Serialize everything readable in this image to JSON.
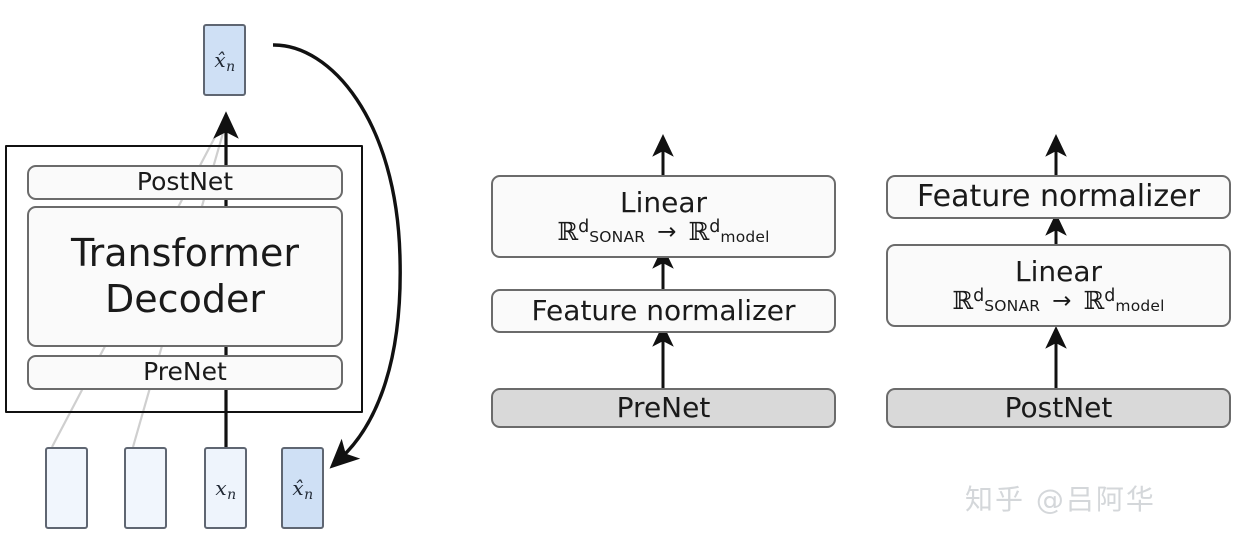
{
  "figure": {
    "title": "Transformer decoder with PreNet / PostNet expansion",
    "colors": {
      "token_empty": "#f1f6fd",
      "token_plain": "#eef4fc",
      "token_filled": "#cfe0f5",
      "token_border": "#5f6672",
      "block_fill": "#fafafa",
      "block_border": "#6b6b6b",
      "gray_block_fill": "#d9d9d9",
      "outer_frame": "#111111",
      "arrow": "#111111",
      "ghost_line": "#cccccc",
      "watermark": "#d4d7da"
    }
  },
  "left_panel": {
    "name": "decoder-stack",
    "output_token": {
      "label": "x̂",
      "subscript": "n"
    },
    "stack": [
      {
        "id": "postnet",
        "label": "PostNet"
      },
      {
        "id": "transformer",
        "label_line1": "Transformer",
        "label_line2": "Decoder"
      },
      {
        "id": "prenet",
        "label": "PreNet"
      }
    ],
    "input_tokens": [
      {
        "id": "tok-1",
        "label": "",
        "subscript": "",
        "style": "empty"
      },
      {
        "id": "tok-2",
        "label": "",
        "subscript": "",
        "style": "empty"
      },
      {
        "id": "tok-3",
        "label": "x",
        "subscript": "n",
        "style": "plain"
      },
      {
        "id": "tok-4",
        "label": "x̂",
        "subscript": "n",
        "style": "filled"
      }
    ],
    "feedback_arrow": "autoregressive-feedback"
  },
  "middle_panel": {
    "name": "prenet-expansion",
    "blocks": [
      {
        "id": "linear",
        "line1": "Linear",
        "math": {
          "lhs_base": "ℝ",
          "lhs_sup": "d",
          "lhs_sub": "SONAR",
          "arrow": "→",
          "rhs_base": "ℝ",
          "rhs_sup": "d",
          "rhs_sub": "model"
        }
      },
      {
        "id": "feature-normalizer",
        "line1": "Feature normalizer"
      },
      {
        "id": "prenet",
        "line1": "PreNet",
        "fill": "gray"
      }
    ]
  },
  "right_panel": {
    "name": "postnet-expansion",
    "blocks": [
      {
        "id": "feature-normalizer",
        "line1": "Feature normalizer"
      },
      {
        "id": "linear",
        "line1": "Linear",
        "math": {
          "lhs_base": "ℝ",
          "lhs_sup": "d",
          "lhs_sub": "SONAR",
          "arrow": "→",
          "rhs_base": "ℝ",
          "rhs_sup": "d",
          "rhs_sub": "model"
        }
      },
      {
        "id": "postnet",
        "line1": "PostNet",
        "fill": "gray"
      }
    ]
  },
  "watermark": {
    "text": "知乎 @吕阿华"
  }
}
